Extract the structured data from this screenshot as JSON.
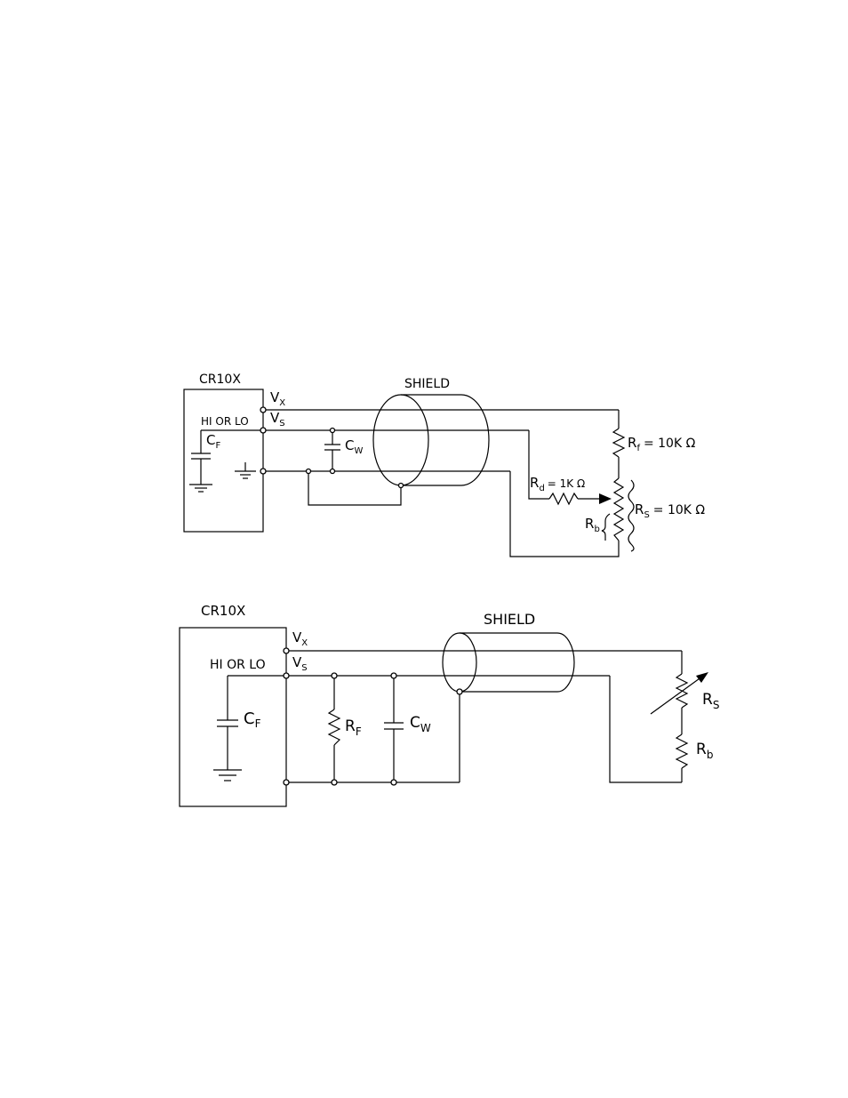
{
  "diagram1": {
    "logger": "CR10X",
    "shield": "SHIELD",
    "vx": "V",
    "vx_sub": "X",
    "vs": "V",
    "vs_sub": "S",
    "hi_lo": "HI OR LO",
    "cf": "C",
    "cf_sub": "F",
    "cw": "C",
    "cw_sub": "W",
    "rf": "R",
    "rf_sub": "f",
    "rf_value": "= 10K Ω",
    "rd": "R",
    "rd_sub": "d",
    "rd_value": "= 1K Ω",
    "rs": "R",
    "rs_sub": "S",
    "rs_value": "= 10K Ω",
    "rb": "R",
    "rb_sub": "b"
  },
  "diagram2": {
    "logger": "CR10X",
    "shield": "SHIELD",
    "vx": "V",
    "vx_sub": "X",
    "vs": "V",
    "vs_sub": "S",
    "hi_lo": "HI OR LO",
    "cf": "C",
    "cf_sub": "F",
    "rf": "R",
    "rf_sub": "F",
    "cw": "C",
    "cw_sub": "W",
    "rs": "R",
    "rs_sub": "S",
    "rb": "R",
    "rb_sub": "b"
  }
}
